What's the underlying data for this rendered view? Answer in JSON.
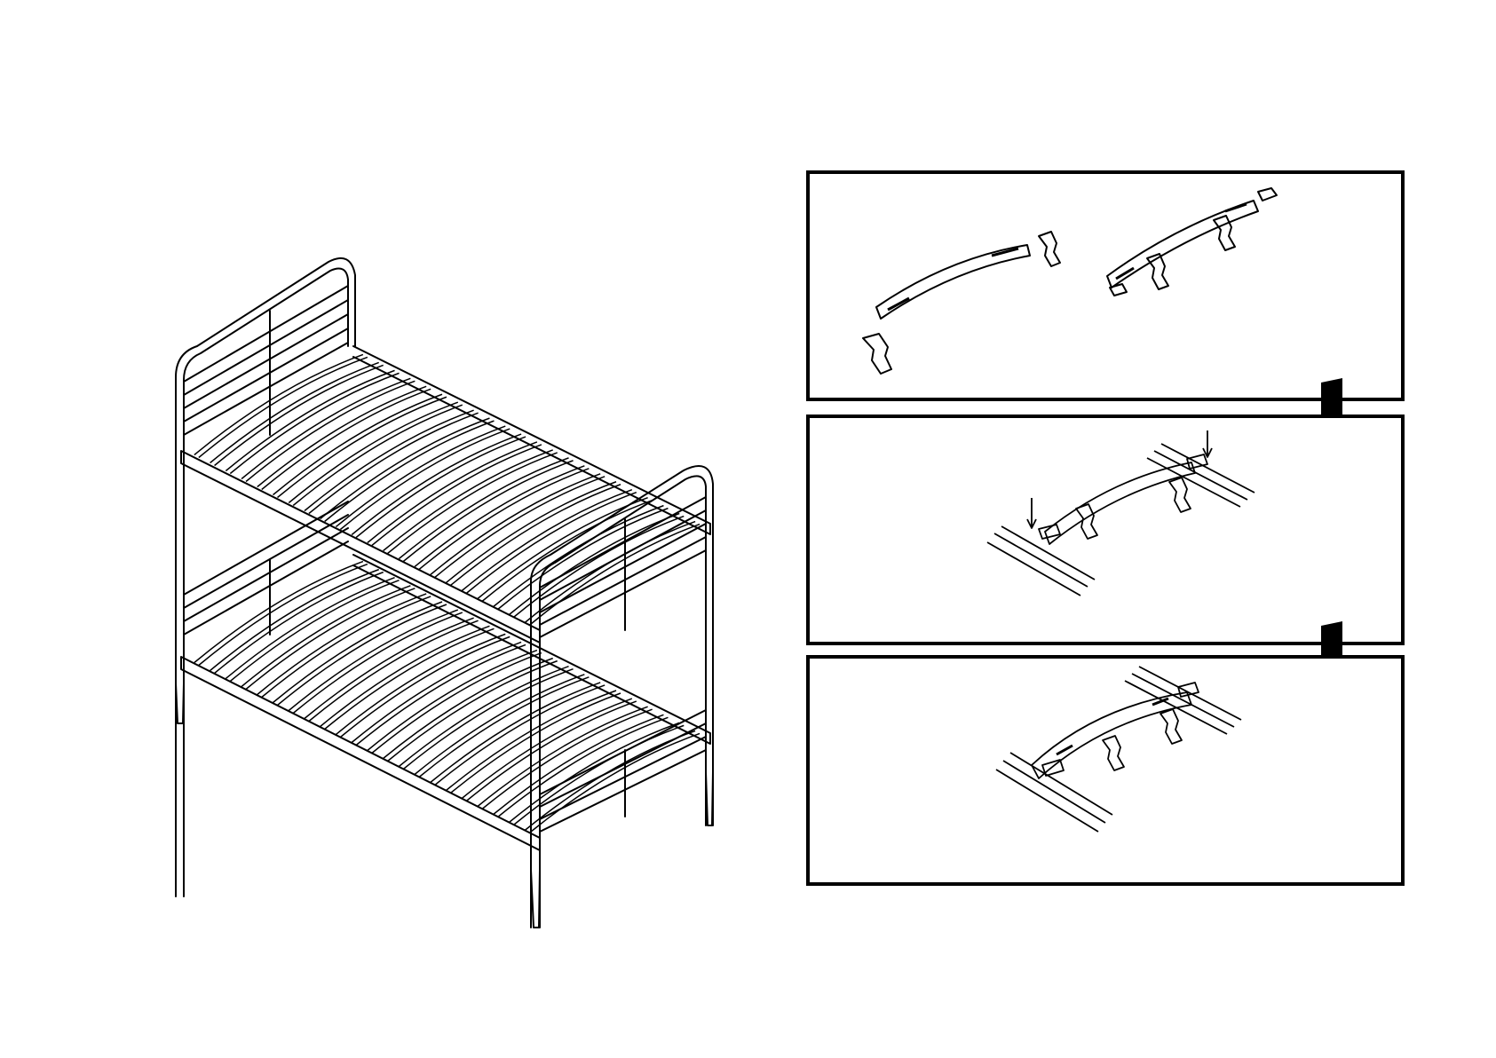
{
  "figure": {
    "description_visible_text": "",
    "colors": {
      "line": "#000000",
      "background": "#ffffff"
    }
  },
  "bed": {
    "tiers": 2,
    "slats_per_tier": 22
  },
  "steps": [
    {
      "id": "step-1",
      "content": "slat-with-end-caps"
    },
    {
      "id": "step-2",
      "content": "slat-placed-on-rails"
    },
    {
      "id": "step-3",
      "content": "slat-locked-on-rails"
    }
  ]
}
